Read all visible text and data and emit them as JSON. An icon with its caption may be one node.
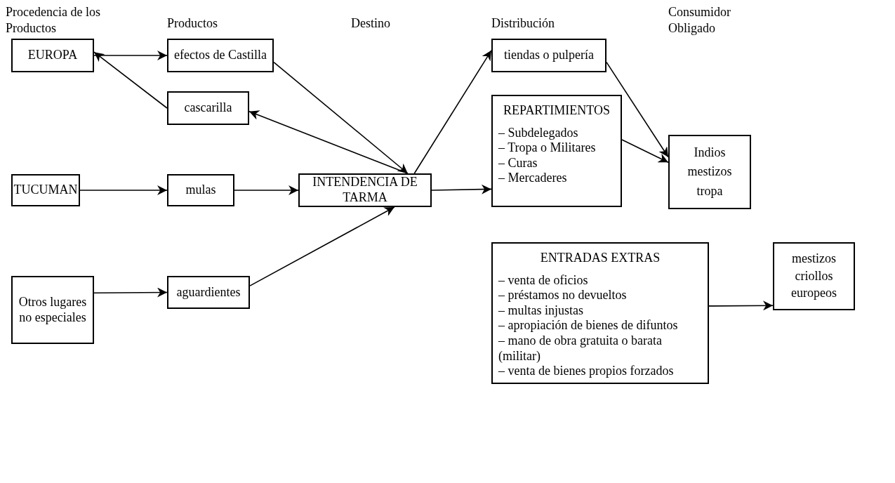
{
  "diagram": {
    "nodes": [
      {
        "text": [
          "EUROPA"
        ]
      },
      {
        "text": [
          "efectos de Castilla"
        ]
      },
      {
        "text": [
          "cascarilla"
        ]
      },
      {
        "text": [
          "TUCUMAN"
        ]
      },
      {
        "text": [
          "mulas"
        ]
      },
      {
        "text": [
          "INTENDENCIA DE TARMA"
        ]
      },
      {
        "text": [
          "Otros lugares no especiales"
        ]
      },
      {
        "text": [
          "aguardientes"
        ]
      },
      {
        "text": [
          "tiendas o pulpería"
        ]
      },
      {
        "text": [
          "REPARTIMIENTOS",
          "– Subdelegados",
          "– Tropa o Militares",
          "– Curas",
          "– Mercaderes"
        ]
      },
      {
        "text": [
          "Indios",
          "mestizos",
          "tropa"
        ]
      },
      {
        "text": [
          "ENTRADAS EXTRAS",
          "– venta de oficios",
          "– préstamos no devueltos",
          "– multas injustas",
          "– apropiación de bienes de difuntos",
          "– mano de obra gratuita o barata (militar)",
          "– venta de bienes propios forzados"
        ]
      },
      {
        "text": [
          "mestizos",
          "criollos",
          "europeos"
        ]
      }
    ],
    "edges": [
      {
        "from": 0,
        "to": 1,
        "arrow": "to"
      },
      {
        "from": 2,
        "to": 0,
        "arrow": "to"
      },
      {
        "from": 1,
        "to": 5,
        "arrow": "to"
      },
      {
        "from": 5,
        "to": 2,
        "arrow": "to"
      },
      {
        "from": 3,
        "to": 4,
        "arrow": "to"
      },
      {
        "from": 4,
        "to": 5,
        "arrow": "to"
      },
      {
        "from": 6,
        "to": 7,
        "arrow": "to"
      },
      {
        "from": 7,
        "to": 5,
        "arrow": "to"
      },
      {
        "from": 5,
        "to": 8,
        "arrow": "to"
      },
      {
        "from": 5,
        "to": 9,
        "arrow": "to"
      },
      {
        "from": 8,
        "to": 10,
        "arrow": "to"
      },
      {
        "from": 9,
        "to": 10,
        "arrow": "to"
      },
      {
        "from": 11,
        "to": 12,
        "arrow": "to"
      }
    ],
    "labels": [
      "Procedencia de los Productos",
      "Productos",
      "Destino",
      "Distribución",
      "Consumidor Obligado"
    ]
  }
}
